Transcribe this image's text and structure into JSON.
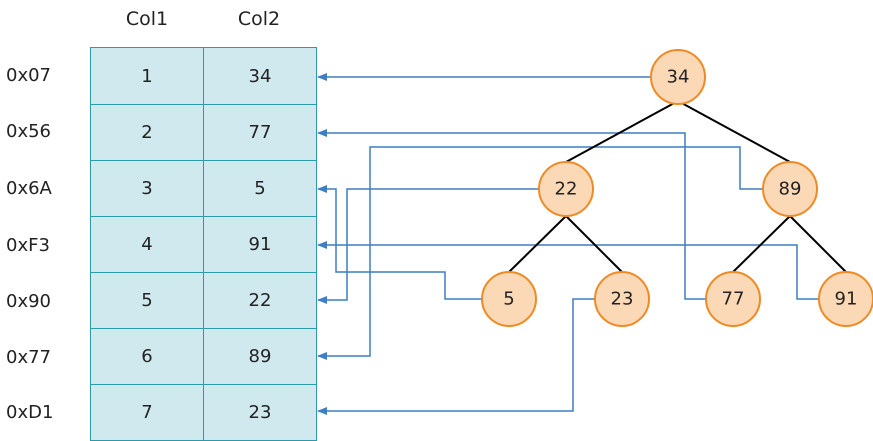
{
  "table": {
    "columns": [
      "Col1",
      "Col2"
    ],
    "rows": [
      {
        "address": "0x07",
        "col1": "1",
        "col2": "34"
      },
      {
        "address": "0x56",
        "col1": "2",
        "col2": "77"
      },
      {
        "address": "0x6A",
        "col1": "3",
        "col2": "5"
      },
      {
        "address": "0xF3",
        "col1": "4",
        "col2": "91"
      },
      {
        "address": "0x90",
        "col1": "5",
        "col2": "22"
      },
      {
        "address": "0x77",
        "col1": "6",
        "col2": "89"
      },
      {
        "address": "0xD1",
        "col1": "7",
        "col2": "23"
      }
    ]
  },
  "tree": {
    "nodes": [
      {
        "id": "n34",
        "label": "34",
        "points_to_row": 0
      },
      {
        "id": "n22",
        "label": "22",
        "points_to_row": 4
      },
      {
        "id": "n89",
        "label": "89",
        "points_to_row": 5
      },
      {
        "id": "n5",
        "label": "5",
        "points_to_row": 2
      },
      {
        "id": "n23",
        "label": "23",
        "points_to_row": 6
      },
      {
        "id": "n77",
        "label": "77",
        "points_to_row": 1
      },
      {
        "id": "n91",
        "label": "91",
        "points_to_row": 3
      }
    ],
    "edges": [
      [
        "n34",
        "n22"
      ],
      [
        "n34",
        "n89"
      ],
      [
        "n22",
        "n5"
      ],
      [
        "n22",
        "n23"
      ],
      [
        "n89",
        "n77"
      ],
      [
        "n89",
        "n91"
      ]
    ]
  },
  "colors": {
    "cell_fill": "#cfe9ef",
    "cell_border": "#2c9aaa",
    "node_fill": "#fcd9b6",
    "node_stroke": "#f08a24",
    "pointer_line": "#3d7fc4",
    "tree_edge": "#000000"
  }
}
